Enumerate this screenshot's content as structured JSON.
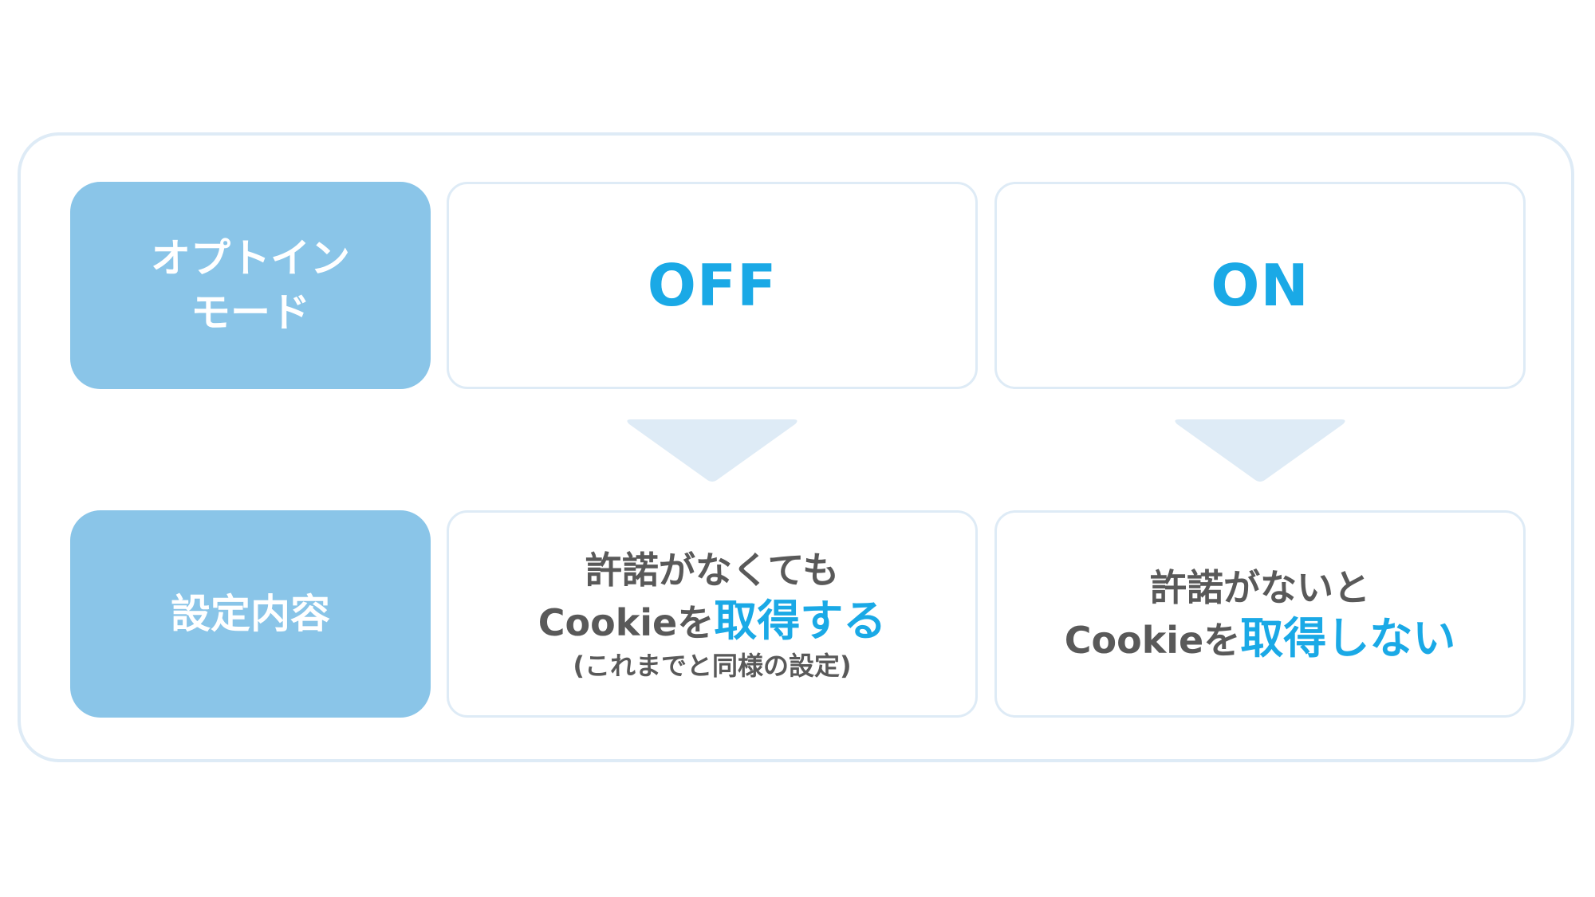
{
  "rows": {
    "mode": {
      "label_line1": "オプトイン",
      "label_line2": "モード"
    },
    "result": {
      "label": "設定内容"
    }
  },
  "columns": {
    "off": {
      "mode_value": "OFF",
      "result_line1": "許諾がなくても",
      "result_line2_prefix": "Cookieを",
      "result_line2_accent": "取得する",
      "result_note": "(これまでと同様の設定)"
    },
    "on": {
      "mode_value": "ON",
      "result_line1": "許諾がないと",
      "result_line2_prefix": "Cookieを",
      "result_line2_accent": "取得しない"
    }
  },
  "colors": {
    "label_fill": "#8ac5e8",
    "accent": "#1aa9e6",
    "body_text": "#595959",
    "border": "#deebf6",
    "arrow": "#deebf6"
  },
  "icons": {
    "arrow": "down-triangle-icon"
  }
}
